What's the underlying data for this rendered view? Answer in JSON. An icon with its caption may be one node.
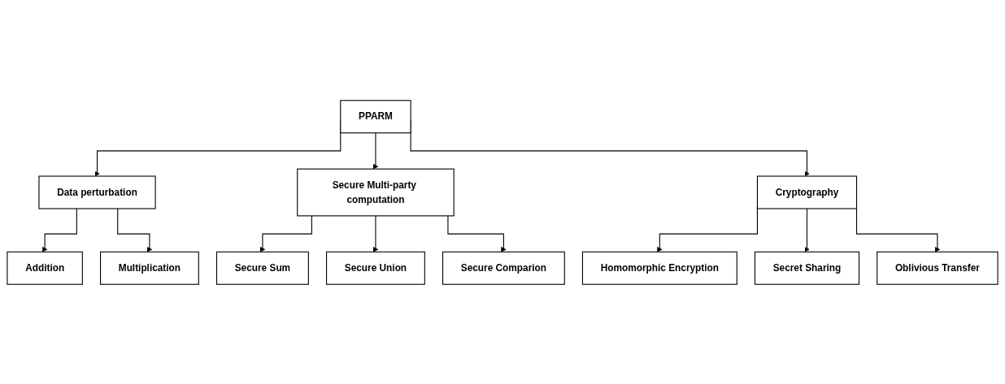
{
  "diagram": {
    "nodes": [
      {
        "text": [
          "PPARM"
        ]
      },
      {
        "text": [
          "Data perturbation"
        ]
      },
      {
        "text": [
          "Secure Multi-party computation"
        ]
      },
      {
        "text": [
          "Cryptography"
        ]
      },
      {
        "text": [
          "Addition"
        ]
      },
      {
        "text": [
          "Multiplication"
        ]
      },
      {
        "text": [
          "Secure Sum"
        ]
      },
      {
        "text": [
          "Secure Union"
        ]
      },
      {
        "text": [
          "Secure Comparion"
        ]
      },
      {
        "text": [
          "Homomorphic Encryption"
        ]
      },
      {
        "text": [
          "Secret Sharing"
        ]
      },
      {
        "text": [
          "Oblivious Transfer"
        ]
      }
    ],
    "edges": [
      {
        "from": 0,
        "to": 1,
        "arrow": "to"
      },
      {
        "from": 0,
        "to": 2,
        "arrow": "to"
      },
      {
        "from": 0,
        "to": 3,
        "arrow": "to"
      },
      {
        "from": 1,
        "to": 4,
        "arrow": "to"
      },
      {
        "from": 1,
        "to": 5,
        "arrow": "to"
      },
      {
        "from": 2,
        "to": 6,
        "arrow": "to"
      },
      {
        "from": 2,
        "to": 7,
        "arrow": "to"
      },
      {
        "from": 2,
        "to": 8,
        "arrow": "to"
      },
      {
        "from": 3,
        "to": 9,
        "arrow": "to"
      },
      {
        "from": 3,
        "to": 10,
        "arrow": "to"
      },
      {
        "from": 3,
        "to": 11,
        "arrow": "to"
      }
    ]
  }
}
